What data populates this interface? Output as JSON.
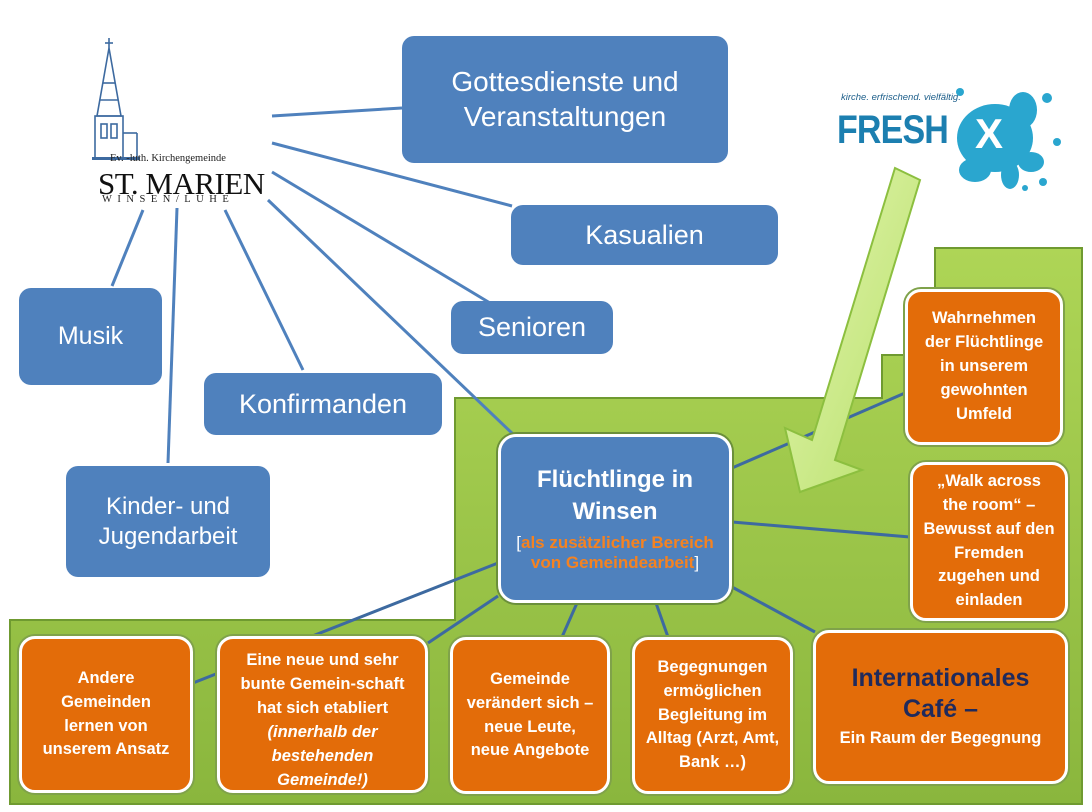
{
  "logo": {
    "subtitle": "Ev. -luth. Kirchengemeinde",
    "name": "ST. MARIEN",
    "place": "WINSEN/LUHE"
  },
  "fresh_x": {
    "tagline": "kirche. erfrischend. vielfältig.",
    "word": "FRESH",
    "x": "X"
  },
  "boxes": {
    "gottesdienste": "Gottesdienste und Veranstaltungen",
    "kasualien": "Kasualien",
    "senioren": "Senioren",
    "musik": "Musik",
    "konfirmanden": "Konfirmanden",
    "kinder": "Kinder- und Jugendarbeit"
  },
  "center": {
    "title": "Flüchtlinge in Winsen",
    "bracket_open": "[",
    "highlight": "als zusätzlicher Bereich von Gemeindearbeit",
    "bracket_close": "]"
  },
  "right_boxes": {
    "wahrnehmen": "Wahrnehmen der Flüchtlinge in unserem gewohnten Umfeld",
    "walk": "„Walk across the room“ – Bewusst auf den Fremden zugehen und einladen"
  },
  "bottom_boxes": {
    "andere": "Andere Gemeinden lernen von unserem Ansatz",
    "neue_plain": "Eine neue und sehr bunte Gemein-schaft hat sich etabliert",
    "neue_italic": "(innerhalb der bestehenden Gemeinde!)",
    "gemeinde": "Gemeinde verändert sich – neue Leute, neue Angebote",
    "begegnungen": "Begegnungen ermöglichen Begleitung im Alltag (Arzt, Amt, Bank …)",
    "cafe_title": "Internationales Café –",
    "cafe_sub": "Ein Raum der Begegnung"
  },
  "colors": {
    "blue": "#4f81bd",
    "orange": "#e36c09",
    "green": "#9bc84a",
    "navy": "#1f2a5c",
    "highlight": "#f58220"
  }
}
